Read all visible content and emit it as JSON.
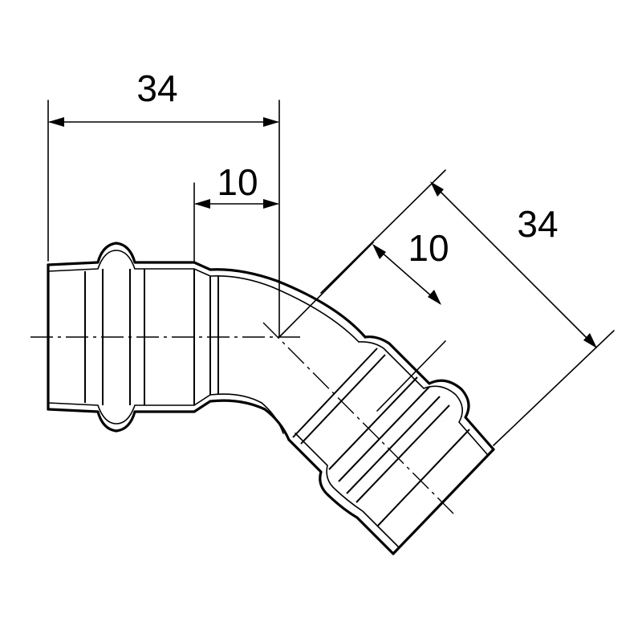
{
  "dimensions": {
    "overall_straight": "34",
    "insert_straight": "10",
    "insert_angled": "10",
    "overall_angled": "34"
  },
  "part": {
    "kind": "45-degree press fitting elbow",
    "angle_deg": 45
  }
}
